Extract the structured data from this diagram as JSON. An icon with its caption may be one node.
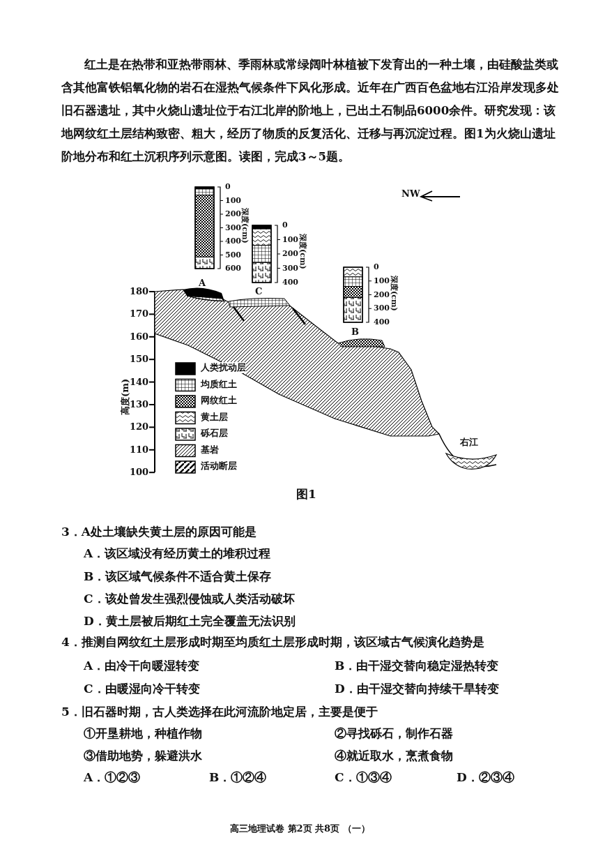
{
  "diagram": {
    "caption": "图1",
    "labels": [
      "红土是在热带和亚热带雨林、季雨林或常绿阔叶林植被下发育出的一种土壤，由硅酸盐类或含其他富铁铝氧化物的岩石在湿热气候条件下风化形成。近年在广西百色盆地右江沿岸发现多处旧石器遗址，其中火烧山遗址位于右江北岸的阶地上，已出土石制品6000余件。研究发现：该地网纹红土层结构致密、粗大，经历了物质的反复活化、迁移与再沉淀过程。图1为火烧山遗址阶地分布和红土沉积序列示意图。读图，完成3～5题。",
      "NW",
      "0",
      "100",
      "200",
      "300",
      "400",
      "500",
      "600",
      "深度(cm)",
      "0",
      "100",
      "200",
      "300",
      "400",
      "深度(cm)",
      "0",
      "100",
      "200",
      "300",
      "400",
      "深度(cm)",
      "A",
      "C",
      "B",
      "180",
      "170",
      "160",
      "150",
      "140",
      "130",
      "120",
      "110",
      "100",
      "高度(m)",
      "右江",
      "3．A处土壤缺失黄土层的原因可能是",
      "A．该区域没有经历黄土的堆积过程",
      "B．该区域气候条件不适合黄土保存",
      "C．该处曾发生强烈侵蚀或人类活动破坏",
      "D．黄土层被后期红土完全覆盖无法识别",
      "4．推测自网纹红土层形成时期至均质红土层形成时期，该区域古气候演化趋势是",
      "A．由冷干向暖湿转变",
      "B．由干湿交替向稳定湿热转变",
      "C．由暖湿向冷干转变",
      "D．由干湿交替向持续干旱转变",
      "5．旧石器时期，古人类选择在此河流阶地定居，主要是便于",
      "①开垦耕地，种植作物",
      "②寻找砾石，制作石器",
      "③借助地势，躲避洪水",
      "④就近取水，烹煮食物",
      "A．①②③",
      "B．①②④",
      "C．①③④",
      "D．②③④",
      "高三地理试卷 第2页 共8页 （一）"
    ],
    "legend": [
      {
        "text": "人类扰动层"
      },
      {
        "text": "均质红土"
      },
      {
        "text": "网纹红土"
      },
      {
        "text": "黄土层"
      },
      {
        "text": "砾石层"
      },
      {
        "text": "基岩"
      },
      {
        "text": "活动断层"
      }
    ]
  }
}
